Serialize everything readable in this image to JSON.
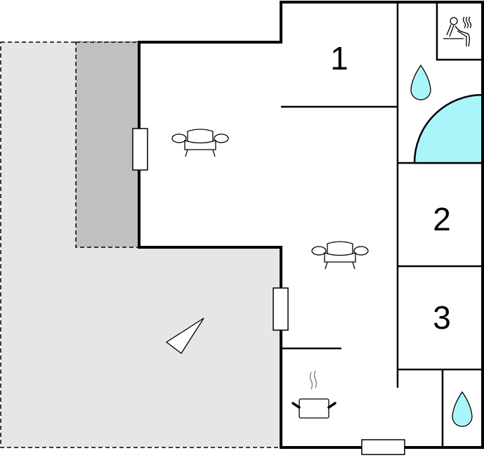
{
  "plan": {
    "rooms": [
      {
        "id": "bedroom-1",
        "label": "1"
      },
      {
        "id": "bedroom-2",
        "label": "2"
      },
      {
        "id": "bedroom-3",
        "label": "3"
      }
    ],
    "icons": [
      "sofa-icon",
      "sofa-icon",
      "sauna-icon",
      "water-drop-icon",
      "water-drop-icon",
      "bathtub-icon",
      "cooking-pot-icon",
      "north-arrow-icon",
      "window-icon"
    ],
    "colors": {
      "terrace": "#e6e6e6",
      "covered_terrace": "#c0c0c0",
      "water": "#aaf5fa",
      "wall": "#000000"
    }
  }
}
